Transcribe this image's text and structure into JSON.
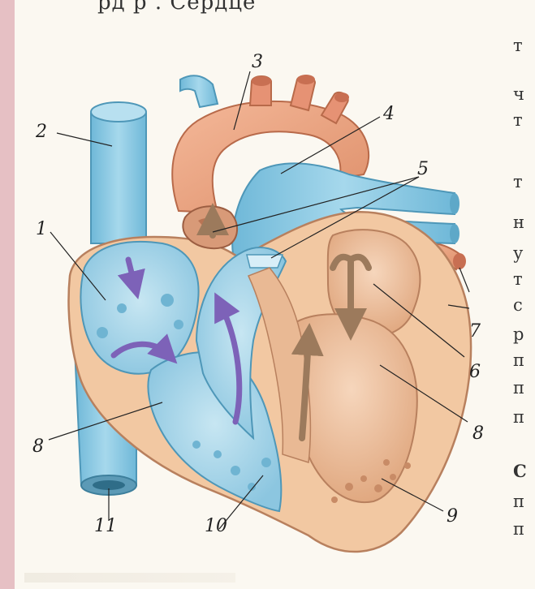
{
  "header_text_fragment": "рд           р     . Сердце",
  "right_margin_letters": [
    "т",
    "ч",
    "т",
    "т",
    "н",
    "у",
    "т",
    "с",
    "р",
    "п",
    "п",
    "п",
    "С",
    "п",
    "п"
  ],
  "labels": {
    "1": "1",
    "2": "2",
    "3": "3",
    "4": "4",
    "5": "5",
    "6": "6",
    "7": "7",
    "8a": "8",
    "8b": "8",
    "9": "9",
    "10": "10",
    "11": "11"
  },
  "colors": {
    "blue_chamber": "#9fd0e6",
    "blue_vessel": "#7fc4e0",
    "muscle_wall": "#f2c8a2",
    "red_chamber": "#e8b38c",
    "aorta": "#e8a07e",
    "arrow_purple": "#7d62b8",
    "arrow_brown": "#9c7a5c",
    "background_frame": "#e6c0c4"
  }
}
